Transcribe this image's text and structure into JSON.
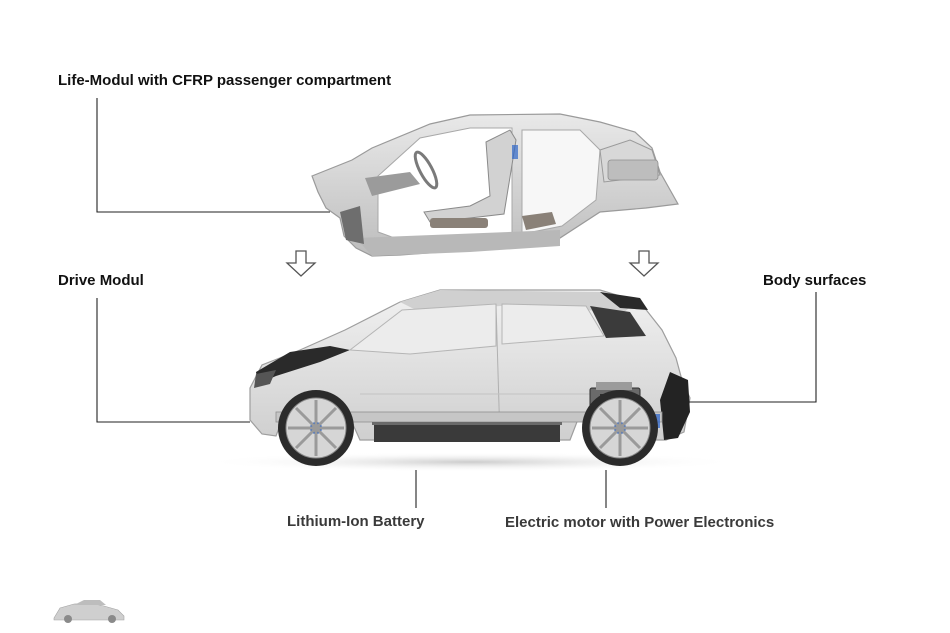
{
  "labels": {
    "life_module": "Life-Modul with CFRP passenger compartment",
    "drive_module": "Drive Modul",
    "body_surfaces": "Body surfaces",
    "battery": "Lithium-Ion Battery",
    "motor": "Electric motor with Power Electronics"
  },
  "colors": {
    "text": "#111111",
    "sub_text": "#3a3a3a",
    "leader_line": "#222222",
    "frame": "#c9c9c9",
    "body_panel": "#e4e4e4",
    "dark_trim": "#2a2a2a",
    "battery": "#3a3a3a",
    "accent_blue": "#2f66c8"
  },
  "icons": {
    "arrow_left": "down-arrow-icon",
    "arrow_right": "down-arrow-icon",
    "thumbnail": "car-thumbnail-icon"
  }
}
